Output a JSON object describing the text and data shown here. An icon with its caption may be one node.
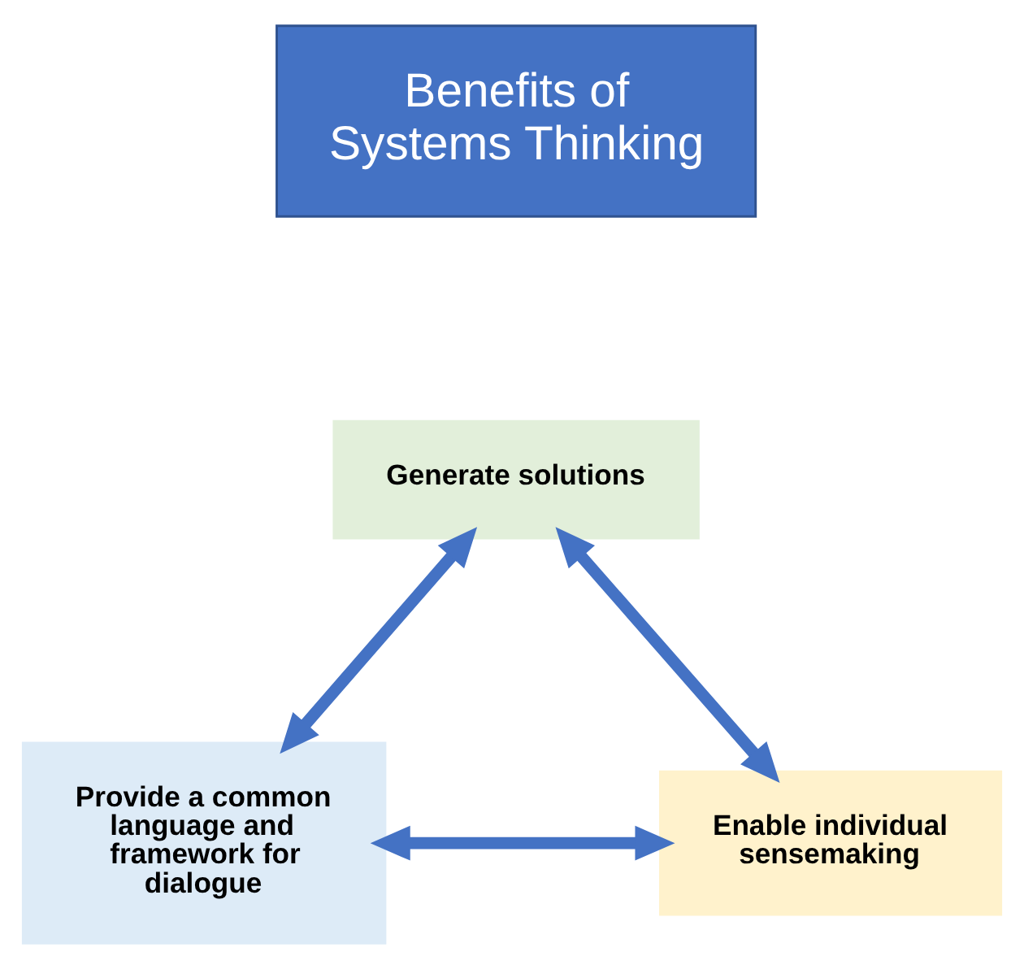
{
  "diagram": {
    "nodes": [
      {
        "text": [
          "Benefits of Systems Thinking"
        ]
      },
      {
        "text": [
          "Generate solutions"
        ]
      },
      {
        "text": [
          "Provide a common language and framework for dialogue"
        ]
      },
      {
        "text": [
          "Enable individual sensemaking"
        ]
      }
    ],
    "edges": [
      {
        "from": 1,
        "to": 2,
        "arrow": "both"
      },
      {
        "from": 1,
        "to": 3,
        "arrow": "both"
      },
      {
        "from": 2,
        "to": 3,
        "arrow": "both"
      }
    ]
  }
}
